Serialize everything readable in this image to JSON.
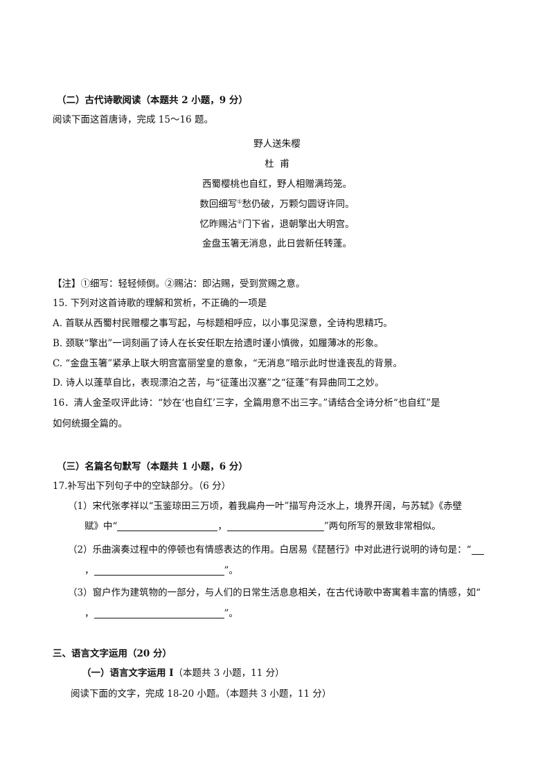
{
  "section2": {
    "heading": "（二）古代诗歌阅读（本题共 2 小题，9 分）",
    "intro": "阅读下面这首唐诗，完成 15～16 题。"
  },
  "poem": {
    "title": "野人送朱樱",
    "author": "杜  甫",
    "line1": "西蜀樱桃也自红，野人相赠满筠笼。",
    "line2a": "数回细写",
    "line2_note": "①",
    "line2b": "愁仍破，万颗匀圆讶许同。",
    "line3a": "忆昨赐沾",
    "line3_note": "②",
    "line3b": "门下省，退朝擎出大明宫。",
    "line4": "金盘玉箸无消息，此日尝新任转蓬。"
  },
  "note": "【注】①细写：轻轻倾倒。②赐沾：即沾赐，受到赏赐之意。",
  "q15": {
    "stem": "15.  下列对这首诗歌的理解和赏析，不正确的一项是",
    "a": "A.  首联从西蜀村民赠樱之事写起，与标题相呼应，以小事见深意，全诗构思精巧。",
    "b": "B.  颈联“擎出”一词刻画了诗人在长安任职左拾遗时谨小慎微，如履薄冰的形象。",
    "c": "C.  “金盘玉箸”紧承上联大明宫富丽堂皇的意象，“无消息”暗示此时世逢丧乱的背景。",
    "d": "D.  诗人以蓬草自比，表现漂泊之苦，与“征蓬出汉塞”之“征蓬”有异曲同工之妙。"
  },
  "q16": {
    "line1": "16．清人金圣叹评此诗：“妙在‘也自红’三字，全篇用意不出三字。”请结合全诗分析“也自红”是",
    "line2": "如何统摄全篇的。"
  },
  "section3": {
    "heading": "（三）名篇名句默写（本题共 1 小题，6 分）"
  },
  "q17": {
    "stem": "17.补写出下列句子中的空缺部分。（6 分）",
    "p1_line1": "（1）宋代张孝祥以“玉鉴琼田三万顷，着我扁舟一叶”描写舟泛水上，境界开阔，与苏轼》《赤壁",
    "p1_line2_a": "赋》中“",
    "p1_line2_b": "，",
    "p1_line2_c": "”两句所写的景致非常相似。",
    "p2_line1": "（2）乐曲演奏过程中的停顿也有情感表达的作用。白居易《琵琶行》中对此进行说明的诗句是：“",
    "p2_line2_a": "，",
    "p2_line2_b": "”。",
    "p3_line1": "（3）窗户作为建筑物的一部分，与人们的日常生活息息相关，在古代诗歌中寄寓着丰富的情感，如“",
    "p3_line2_a": "，",
    "p3_line2_b": "”。"
  },
  "part3": {
    "heading": "三、语言文字运用（20 分）",
    "sub_heading": "（一）语言文字运用 I",
    "sub_heading_suffix": "（本题共 3 小题，11 分）",
    "intro": "阅读下面的文字，完成 18-20 小题。（本题共 3 小题，11 分）"
  }
}
